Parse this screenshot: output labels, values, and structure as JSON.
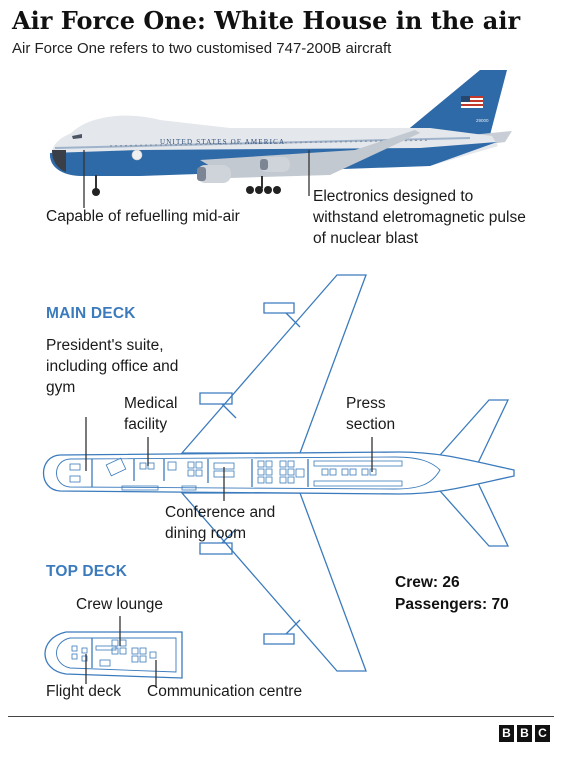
{
  "header": {
    "title": "Air Force One: White House in the air",
    "subtitle": "Air Force One refers to two customised 747-200B aircraft"
  },
  "plane_photo": {
    "fuselage_text": "UNITED STATES OF AMERICA",
    "tail_number": "29000",
    "annotations": {
      "refuelling": "Capable of refuelling mid-air",
      "electronics": "Electronics designed to withstand eletromagnetic pulse of nuclear blast"
    }
  },
  "main_deck": {
    "heading": "MAIN DECK",
    "labels": {
      "presidents_suite": "President's suite, including office and gym",
      "medical": "Medical facility",
      "press": "Press section",
      "conference": "Conference and dining room"
    }
  },
  "top_deck": {
    "heading": "TOP DECK",
    "labels": {
      "crew_lounge": "Crew lounge",
      "flight_deck": "Flight deck",
      "communication": "Communication centre"
    }
  },
  "stats": {
    "crew": "Crew: 26",
    "passengers": "Passengers: 70"
  },
  "footer": {
    "logo_letters": [
      "B",
      "B",
      "C"
    ]
  },
  "colors": {
    "blueprint": "#3b7bbd",
    "plane_blue": "#2f6aa8",
    "plane_body": "#dfe3e8"
  }
}
